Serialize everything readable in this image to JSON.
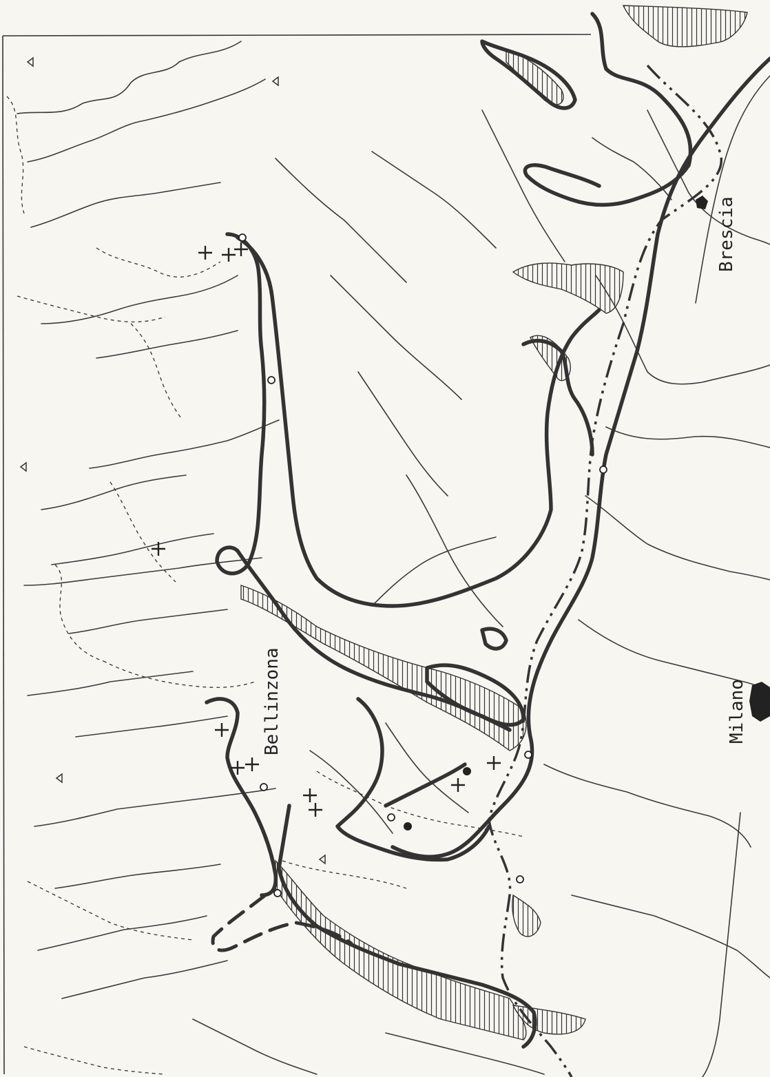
{
  "map": {
    "labels": {
      "brescia": "Brescia",
      "bellinzona": "Bellinzona",
      "milano": "Milano"
    },
    "colors": {
      "ink": "#333333",
      "paper": "#f7f6f1"
    }
  }
}
